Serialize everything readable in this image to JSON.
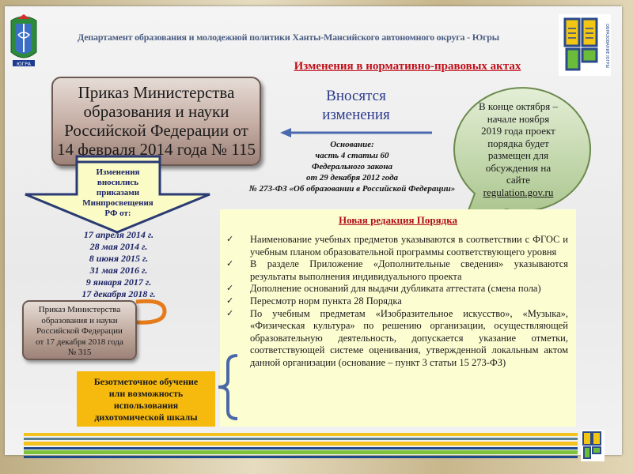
{
  "header": {
    "department": "Департамент образования и молодежной политики  Ханты-Мансийского автономного округа - Югры",
    "title": "Изменения в нормативно-правовых актах",
    "left_logo": "Югра coat of arms",
    "right_logo_text": "ОБРАЗОВАНИЕ ЮГРЫ"
  },
  "main_order": {
    "lines": [
      "Приказ Министерства",
      "образования и науки",
      "Российской Федерации от",
      "14 февраля 2014 года  № 115"
    ]
  },
  "changes": {
    "label_lines": [
      "Вносятся",
      "изменения"
    ],
    "arrow_icon": "arrow-left"
  },
  "basis": {
    "lines": [
      "Основание:",
      "часть 4 статьи 60",
      "Федерального закона",
      "от 29 декабря 2012 года",
      "№ 273-ФЗ «Об образовании в Российской Федерации»"
    ]
  },
  "bubble": {
    "lines": [
      "В конце октября –",
      "начале ноября",
      "2019 года проект",
      "порядка будет",
      "размещен для",
      "обсуждения на",
      "сайте"
    ],
    "link": "regulation.gov.ru"
  },
  "down_arrow": {
    "lines": [
      "Изменения",
      "вносились",
      "приказами",
      "Минпросвещения",
      "РФ от:"
    ]
  },
  "dates": [
    "17 апреля 2014 г.",
    "28 мая 2014 г.",
    "8 июня 2015 г.",
    "31 мая 2016 г.",
    "9 января 2017 г.",
    "17 декабря 2018 г."
  ],
  "order_315": {
    "lines": [
      "Приказ Министерства",
      "образования и науки",
      "Российской Федерации",
      "от 17 декабря 2018 года",
      "№ 315"
    ]
  },
  "new_edition": {
    "title": "Новая редакция Порядка",
    "items": [
      "Наименование учебных предметов указываются в соответствии с ФГОС и учебным планом образовательной программы соответствующего уровня",
      "В разделе Приложение «Дополнительные сведения» указываются результаты выполнения индивидуального проекта",
      "Дополнение оснований для выдачи дубликата аттестата (смена пола)",
      "Пересмотр норм пункта 28 Порядка",
      "По учебным предметам «Изобразительное искусство», «Музыка», «Физическая культура» по решению организации, осуществляющей образовательную деятельность, допускается указание отметки, соответствующей системе оценивания, утвержденной локальным актом данной организации (основание – пункт 3 статьи 15 273-ФЗ)"
    ],
    "check_icon": "✓"
  },
  "note": {
    "lines": [
      "Безотметочное обучение",
      "или возможность",
      "использования",
      "дихотомической шкалы"
    ]
  },
  "colors": {
    "title_red": "#c0101a",
    "navy": "#1c2466",
    "yellow_box": "#fdfdd2",
    "orange_box": "#f6b90e",
    "bubble_green": "#c9dcb0"
  }
}
